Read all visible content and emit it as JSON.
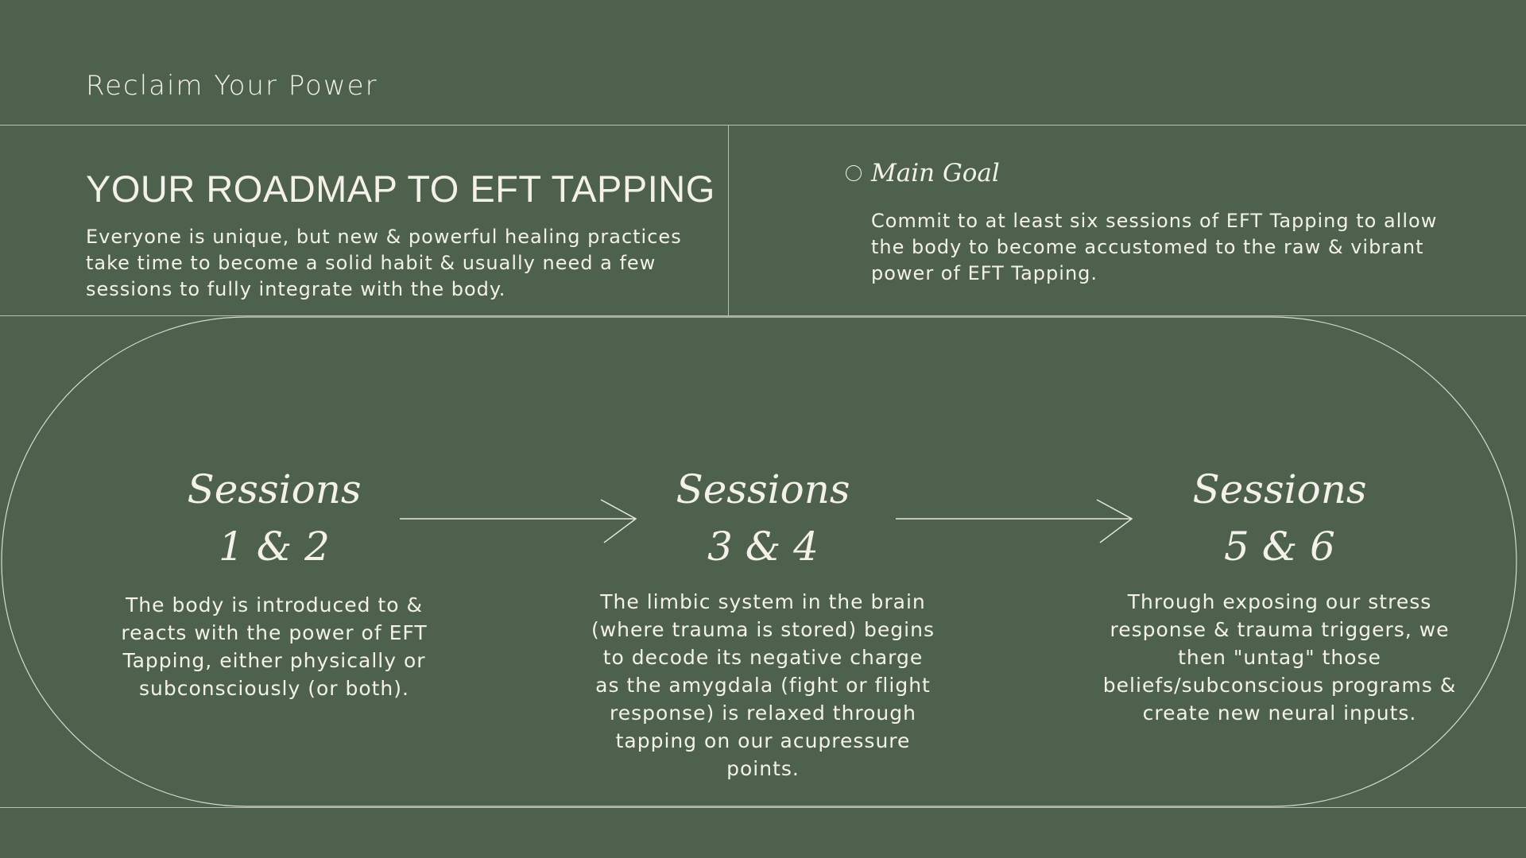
{
  "brand": "Reclaim Your Power",
  "headline": "YOUR ROADMAP TO EFT TAPPING",
  "intro": "Everyone is unique, but new & powerful healing practices take time to become a solid habit & usually need a few sessions to fully integrate with the body.",
  "goal": {
    "icon": "circle-icon",
    "label": "Main Goal",
    "text": "Commit to at least six sessions of EFT Tapping to allow the body to become accustomed to the raw & vibrant power of EFT Tapping."
  },
  "stages": [
    {
      "title": "Sessions",
      "subtitle": "1 & 2",
      "text": "The body is introduced to & reacts with the power of EFT Tapping, either physically or subconsciously (or both)."
    },
    {
      "title": "Sessions",
      "subtitle": "3 & 4",
      "text": "The limbic system in the brain (where trauma is stored) begins to decode its negative charge as the amygdala (fight or flight response) is relaxed through tapping on our acupressure points."
    },
    {
      "title": "Sessions",
      "subtitle": "5 & 6",
      "text": "Through exposing our stress response & trauma triggers, we then \"untag\" those beliefs/subconscious programs & create new neural inputs."
    }
  ],
  "colors": {
    "background": "#4e614c",
    "text": "#f3f1ea",
    "lines": "#b7c0b2"
  }
}
